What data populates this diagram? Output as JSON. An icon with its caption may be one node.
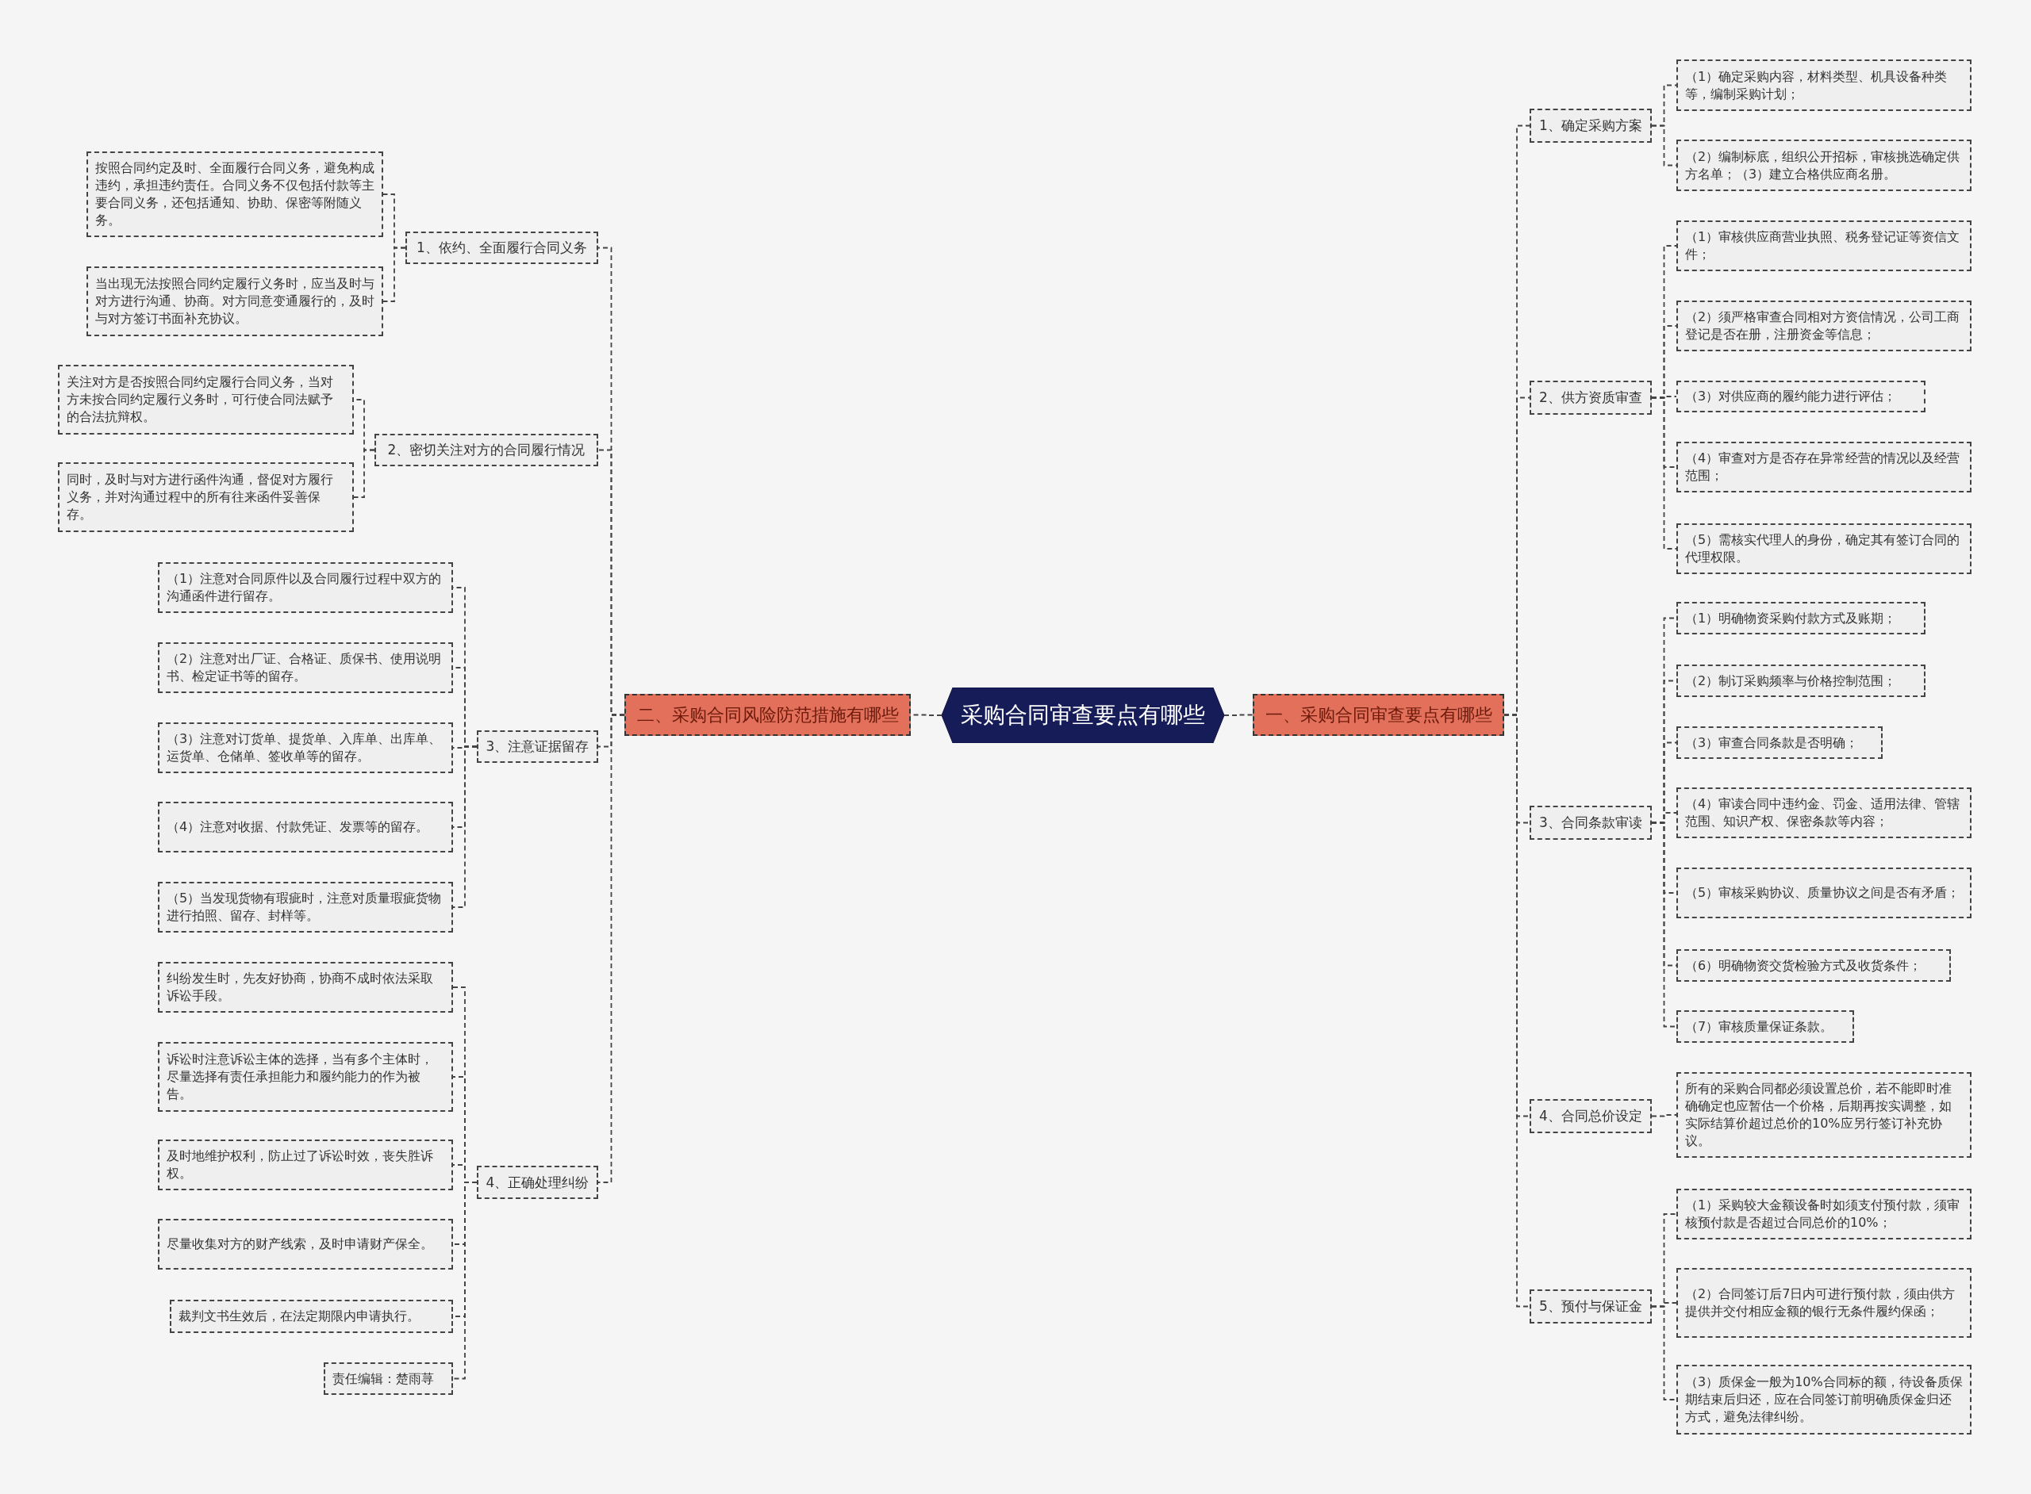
{
  "diagram": {
    "nodes": [
      {
        "text": [
          "采购合同审查要点有哪些"
        ]
      },
      {
        "text": [
          "一、采购合同审查要点有哪些"
        ]
      },
      {
        "text": [
          "二、采购合同风险防范措施有哪些"
        ]
      },
      {
        "text": [
          "1、确定采购方案"
        ]
      },
      {
        "text": [
          "（1）确定采购内容，材料类型、机具设备种类等，编制采购计划；"
        ]
      },
      {
        "text": [
          "（2）编制标底，组织公开招标，审核挑选确定供方名单；（3）建立合格供应商名册。"
        ]
      },
      {
        "text": [
          "2、供方资质审查"
        ]
      },
      {
        "text": [
          "（1）审核供应商营业执照、税务登记证等资信文件；"
        ]
      },
      {
        "text": [
          "（2）须严格审查合同相对方资信情况，公司工商登记是否在册，注册资金等信息；"
        ]
      },
      {
        "text": [
          "（3）对供应商的履约能力进行评估；"
        ]
      },
      {
        "text": [
          "（4）审查对方是否存在异常经营的情况以及经营范围；"
        ]
      },
      {
        "text": [
          "（5）需核实代理人的身份，确定其有签订合同的代理权限。"
        ]
      },
      {
        "text": [
          "3、合同条款审读"
        ]
      },
      {
        "text": [
          "（1）明确物资采购付款方式及账期；"
        ]
      },
      {
        "text": [
          "（2）制订采购频率与价格控制范围；"
        ]
      },
      {
        "text": [
          "（3）审查合同条款是否明确；"
        ]
      },
      {
        "text": [
          "（4）审读合同中违约金、罚金、适用法律、管辖范围、知识产权、保密条款等内容；"
        ]
      },
      {
        "text": [
          "（5）审核采购协议、质量协议之间是否有矛盾；"
        ]
      },
      {
        "text": [
          "（6）明确物资交货检验方式及收货条件；"
        ]
      },
      {
        "text": [
          "（7）审核质量保证条款。"
        ]
      },
      {
        "text": [
          "4、合同总价设定"
        ]
      },
      {
        "text": [
          "所有的采购合同都必须设置总价，若不能即时准确确定也应暂估一个价格，后期再按实调整，如实际结算价超过总价的10%应另行签订补充协议。"
        ]
      },
      {
        "text": [
          "5、预付与保证金"
        ]
      },
      {
        "text": [
          "（1）采购较大金额设备时如须支付预付款，须审核预付款是否超过合同总价的10%；"
        ]
      },
      {
        "text": [
          "（2）合同签订后7日内可进行预付款，须由供方提供并交付相应金额的银行无条件履约保函；"
        ]
      },
      {
        "text": [
          "（3）质保金一般为10%合同标的额，待设备质保期结束后归还，应在合同签订前明确质保金归还方式，避免法律纠纷。"
        ]
      },
      {
        "text": [
          "1、依约、全面履行合同义务"
        ]
      },
      {
        "text": [
          "按照合同约定及时、全面履行合同义务，避免构成违约，承担违约责任。合同义务不仅包括付款等主要合同义务，还包括通知、协助、保密等附随义务。"
        ]
      },
      {
        "text": [
          "当出现无法按照合同约定履行义务时，应当及时与对方进行沟通、协商。对方同意变通履行的，及时与对方签订书面补充协议。"
        ]
      },
      {
        "text": [
          "2、密切关注对方的合同履行情况"
        ]
      },
      {
        "text": [
          "关注对方是否按照合同约定履行合同义务，当对方未按合同约定履行义务时，可行使合同法赋予的合法抗辩权。"
        ]
      },
      {
        "text": [
          "同时，及时与对方进行函件沟通，督促对方履行义务，并对沟通过程中的所有往来函件妥善保存。"
        ]
      },
      {
        "text": [
          "3、注意证据留存"
        ]
      },
      {
        "text": [
          "（1）注意对合同原件以及合同履行过程中双方的沟通函件进行留存。"
        ]
      },
      {
        "text": [
          "（2）注意对出厂证、合格证、质保书、使用说明书、检定证书等的留存。"
        ]
      },
      {
        "text": [
          "（3）注意对订货单、提货单、入库单、出库单、运货单、仓储单、签收单等的留存。"
        ]
      },
      {
        "text": [
          "（4）注意对收据、付款凭证、发票等的留存。"
        ]
      },
      {
        "text": [
          "（5）当发现货物有瑕疵时，注意对质量瑕疵货物进行拍照、留存、封样等。"
        ]
      },
      {
        "text": [
          "4、正确处理纠纷"
        ]
      },
      {
        "text": [
          "纠纷发生时，先友好协商，协商不成时依法采取诉讼手段。"
        ]
      },
      {
        "text": [
          "诉讼时注意诉讼主体的选择，当有多个主体时，尽量选择有责任承担能力和履约能力的作为被告。"
        ]
      },
      {
        "text": [
          "及时地维护权利，防止过了诉讼时效，丧失胜诉权。"
        ]
      },
      {
        "text": [
          "尽量收集对方的财产线索，及时申请财产保全。"
        ]
      },
      {
        "text": [
          "裁判文书生效后，在法定期限内申请执行。"
        ]
      },
      {
        "text": [
          "责任编辑：楚雨荨"
        ]
      }
    ],
    "edges": [
      {
        "from": 0,
        "to": 1,
        "arrow": "none"
      },
      {
        "from": 0,
        "to": 2,
        "arrow": "none"
      },
      {
        "from": 1,
        "to": 3,
        "arrow": "none"
      },
      {
        "from": 3,
        "to": 4,
        "arrow": "none"
      },
      {
        "from": 3,
        "to": 5,
        "arrow": "none"
      },
      {
        "from": 1,
        "to": 6,
        "arrow": "none"
      },
      {
        "from": 6,
        "to": 7,
        "arrow": "none"
      },
      {
        "from": 6,
        "to": 8,
        "arrow": "none"
      },
      {
        "from": 6,
        "to": 9,
        "arrow": "none"
      },
      {
        "from": 6,
        "to": 10,
        "arrow": "none"
      },
      {
        "from": 6,
        "to": 11,
        "arrow": "none"
      },
      {
        "from": 1,
        "to": 12,
        "arrow": "none"
      },
      {
        "from": 12,
        "to": 13,
        "arrow": "none"
      },
      {
        "from": 12,
        "to": 14,
        "arrow": "none"
      },
      {
        "from": 12,
        "to": 15,
        "arrow": "none"
      },
      {
        "from": 12,
        "to": 16,
        "arrow": "none"
      },
      {
        "from": 12,
        "to": 17,
        "arrow": "none"
      },
      {
        "from": 12,
        "to": 18,
        "arrow": "none"
      },
      {
        "from": 12,
        "to": 19,
        "arrow": "none"
      },
      {
        "from": 1,
        "to": 20,
        "arrow": "none"
      },
      {
        "from": 20,
        "to": 21,
        "arrow": "none"
      },
      {
        "from": 1,
        "to": 22,
        "arrow": "none"
      },
      {
        "from": 22,
        "to": 23,
        "arrow": "none"
      },
      {
        "from": 22,
        "to": 24,
        "arrow": "none"
      },
      {
        "from": 22,
        "to": 25,
        "arrow": "none"
      },
      {
        "from": 2,
        "to": 26,
        "arrow": "none"
      },
      {
        "from": 26,
        "to": 27,
        "arrow": "none"
      },
      {
        "from": 26,
        "to": 28,
        "arrow": "none"
      },
      {
        "from": 2,
        "to": 29,
        "arrow": "none"
      },
      {
        "from": 29,
        "to": 30,
        "arrow": "none"
      },
      {
        "from": 29,
        "to": 31,
        "arrow": "none"
      },
      {
        "from": 2,
        "to": 32,
        "arrow": "none"
      },
      {
        "from": 32,
        "to": 33,
        "arrow": "none"
      },
      {
        "from": 32,
        "to": 34,
        "arrow": "none"
      },
      {
        "from": 32,
        "to": 35,
        "arrow": "none"
      },
      {
        "from": 32,
        "to": 36,
        "arrow": "none"
      },
      {
        "from": 32,
        "to": 37,
        "arrow": "none"
      },
      {
        "from": 2,
        "to": 38,
        "arrow": "none"
      },
      {
        "from": 38,
        "to": 39,
        "arrow": "none"
      },
      {
        "from": 38,
        "to": 40,
        "arrow": "none"
      },
      {
        "from": 38,
        "to": 41,
        "arrow": "none"
      },
      {
        "from": 38,
        "to": 42,
        "arrow": "none"
      },
      {
        "from": 38,
        "to": 43,
        "arrow": "none"
      },
      {
        "from": 38,
        "to": 44,
        "arrow": "none"
      }
    ]
  }
}
